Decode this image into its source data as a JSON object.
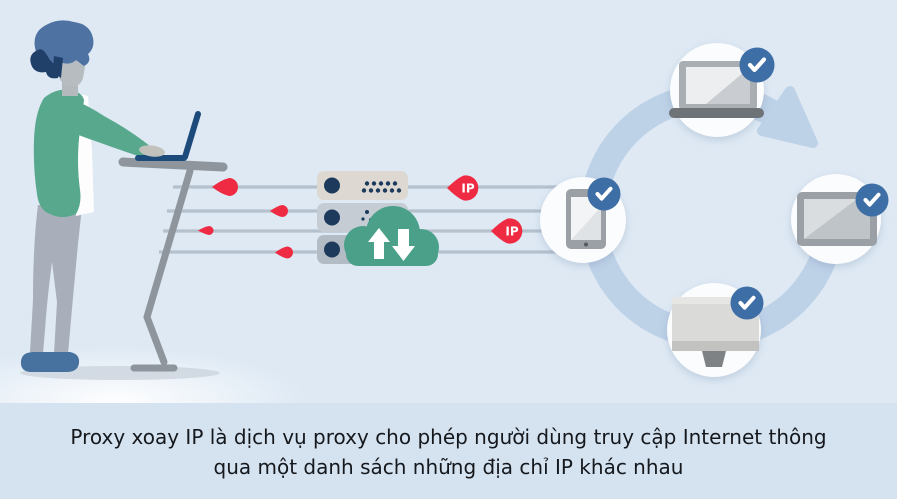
{
  "caption": {
    "line1": "Proxy xoay IP là dịch vụ proxy cho phép người dùng truy cập Internet thông",
    "line2": "qua một danh sách những địa chỉ IP khác nhau"
  },
  "labels": {
    "ip_badges": [
      "IP",
      "IP"
    ]
  },
  "colors": {
    "background": "#dee9f4",
    "caption_band": "#d5e3f0",
    "accent_red": "#ee2b42",
    "cloud_teal": "#4ba089",
    "check_badge_blue": "#3e6ea6",
    "rotation_ring_blue": "#bdd1e7",
    "server_navy": "#1d3a5c",
    "sweater_green": "#58a88d",
    "laptop_navy": "#1c4a7a"
  }
}
